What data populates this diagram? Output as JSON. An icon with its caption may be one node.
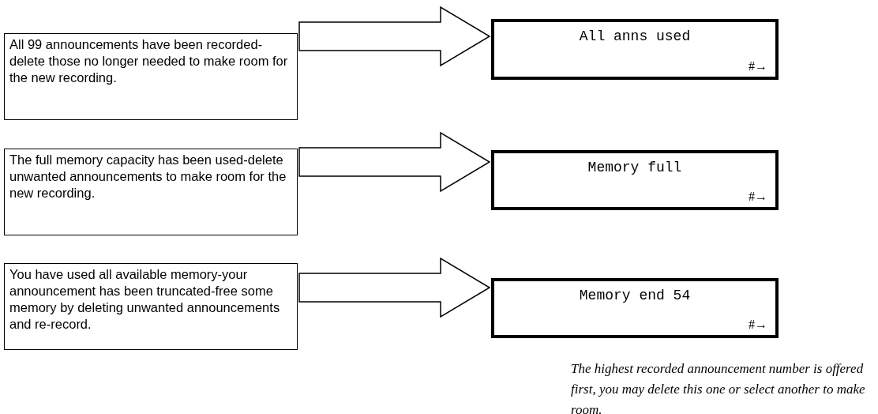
{
  "diagram": {
    "nodes": [
      {
        "text": [
          "All 99 announcements have been recorded-delete those no longer needed to make room for the new recording."
        ]
      },
      {
        "text": [
          "All anns used",
          "#→"
        ]
      },
      {
        "text": [
          "The full memory capacity has been used-delete unwanted announcements to make room for the new recording."
        ]
      },
      {
        "text": [
          "Memory full",
          "#→"
        ]
      },
      {
        "text": [
          "You have used all available memory-your announcement has been truncated-free some memory by deleting unwanted announcements and re-record."
        ]
      },
      {
        "text": [
          "Memory end 54",
          "#→"
        ]
      }
    ],
    "edges": [
      {
        "from": 0,
        "to": 1,
        "arrow": "to"
      },
      {
        "from": 2,
        "to": 3,
        "arrow": "to"
      },
      {
        "from": 4,
        "to": 5,
        "arrow": "to"
      }
    ],
    "labels": [
      "The highest recorded announcement number is offered first, you may delete this one or select another to make room."
    ]
  }
}
